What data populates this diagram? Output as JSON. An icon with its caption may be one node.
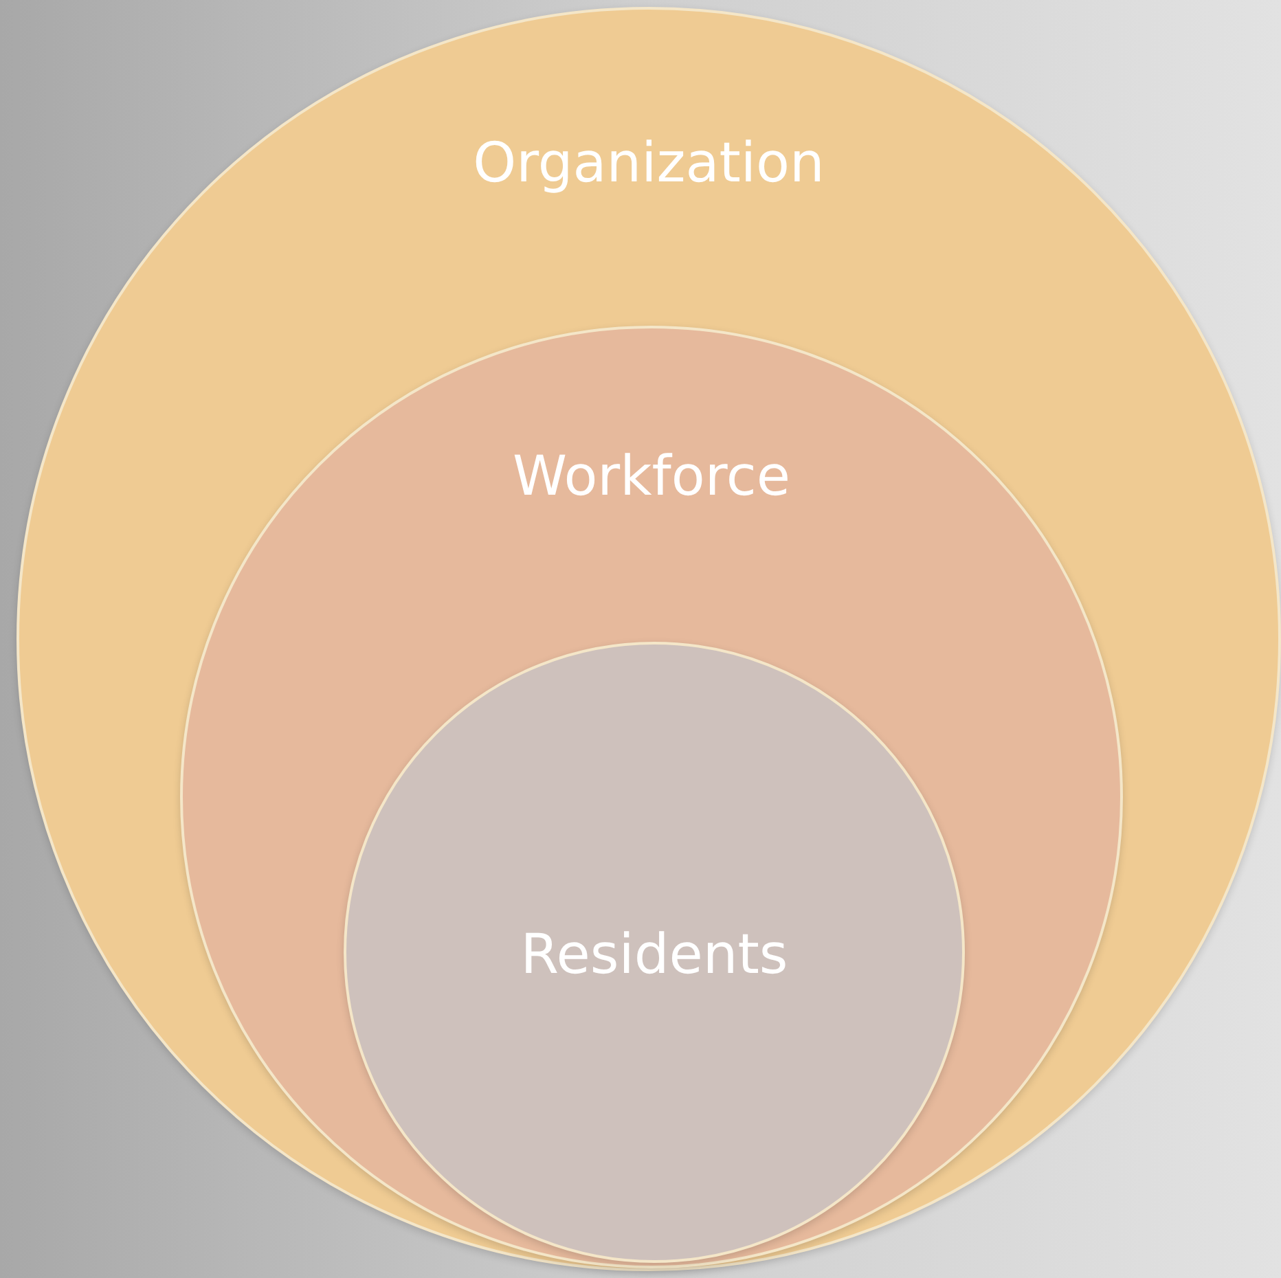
{
  "diagram": {
    "nodes": [
      {
        "text": [
          "Organization"
        ]
      },
      {
        "text": [
          "Workforce"
        ],
        "in": 0
      },
      {
        "text": [
          "Residents"
        ],
        "in": 1
      }
    ]
  }
}
